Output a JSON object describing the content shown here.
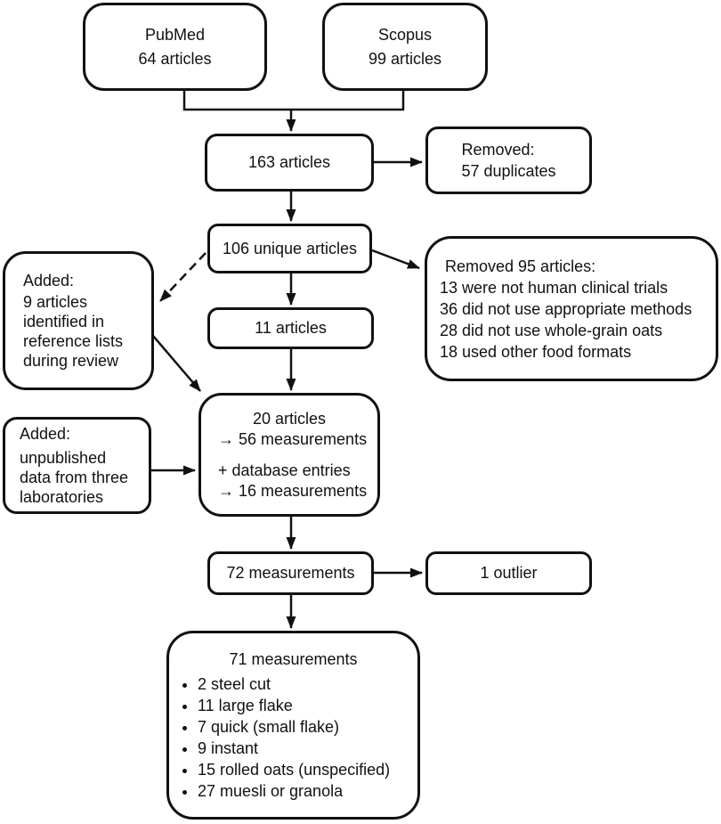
{
  "diagram": {
    "pubmed": {
      "line1": "PubMed",
      "line2": "64 articles"
    },
    "scopus": {
      "line1": "Scopus",
      "line2": "99 articles"
    },
    "articles163": {
      "label": "163 articles"
    },
    "removed_duplicates": {
      "line1": "Removed:",
      "line2": "57 duplicates"
    },
    "unique106": {
      "label": "106 unique articles"
    },
    "removed95": {
      "title": "Removed 95 articles:",
      "lines": [
        "13 were not human clinical trials",
        "36 did not use appropriate methods",
        "28 did not use whole-grain oats",
        "18 used other food formats"
      ]
    },
    "articles11": {
      "label": "11 articles"
    },
    "added_references": {
      "title": "Added:",
      "lines": [
        "9 articles",
        "identified in",
        "reference lists",
        "during review"
      ]
    },
    "added_unpublished": {
      "title": "Added:",
      "lines": [
        "unpublished",
        "data from three",
        "laboratories"
      ]
    },
    "articles20": {
      "line1": "20 articles",
      "line2": "→ 56 measurements",
      "line3": "+ database entries",
      "line4": "→ 16 measurements"
    },
    "measurements72": {
      "label": "72 measurements"
    },
    "outlier": {
      "label": "1 outlier"
    },
    "final": {
      "title": "71 measurements",
      "bullets": [
        "2 steel cut",
        "11 large flake",
        "7 quick (small flake)",
        "9 instant",
        "15 rolled oats (unspecified)",
        "27 muesli or granola"
      ]
    }
  },
  "colors": {
    "line": "#111111",
    "background": "#ffffff"
  }
}
